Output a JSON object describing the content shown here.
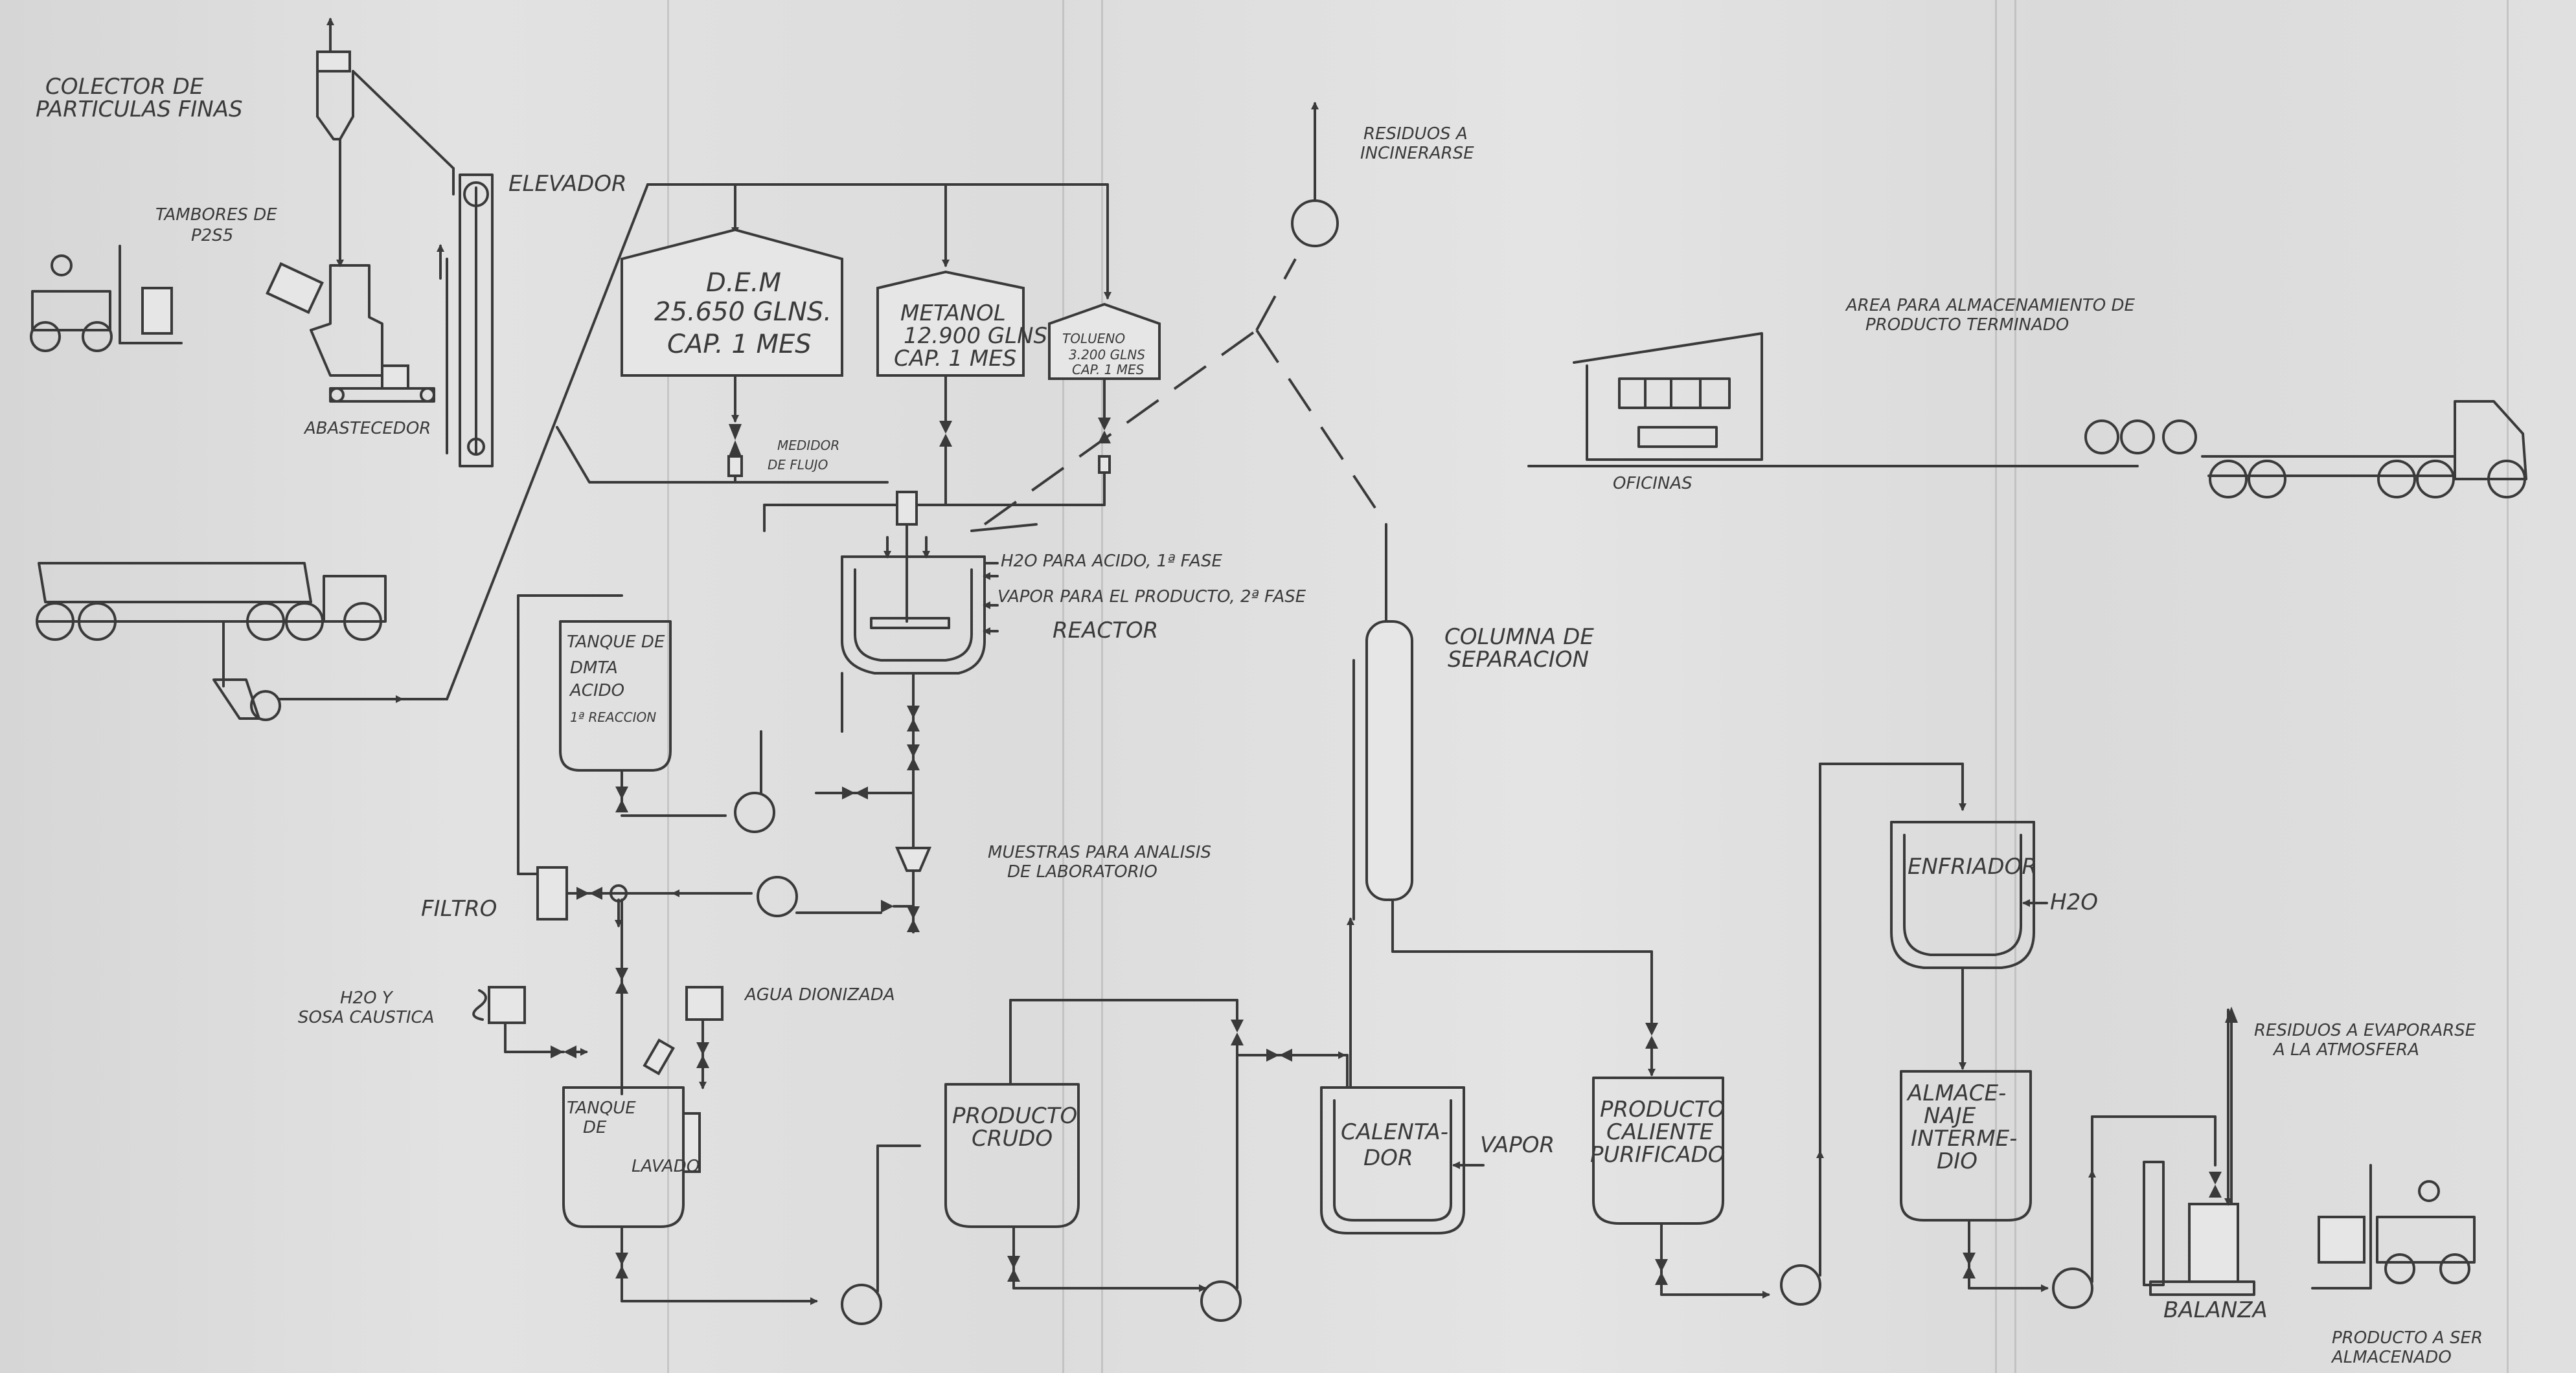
{
  "colors": {
    "ink": "#3a3a3a",
    "paper": "#dcdcdc"
  },
  "labels": {
    "colector_1": "COLECTOR DE",
    "colector_2": "PARTICULAS FINAS",
    "tambores_1": "TAMBORES DE",
    "tambores_2": "P2S5",
    "elevador": "ELEVADOR",
    "abastecedor": "ABASTECEDOR",
    "dem_1": "D.E.M",
    "dem_2": "25.650 GLNS.",
    "dem_3": "CAP. 1 MES",
    "metanol_1": "METANOL",
    "metanol_2": "12.900 GLNS",
    "metanol_3": "CAP. 1 MES",
    "tolueno_1": "TOLUENO",
    "tolueno_2": "3.200 GLNS",
    "tolueno_3": "CAP. 1 MES",
    "medidor_1": "MEDIDOR",
    "medidor_2": "DE FLUJO",
    "residuos_inc_1": "RESIDUOS A",
    "residuos_inc_2": "INCINERARSE",
    "h2o_acido": "H2O PARA ACIDO, 1ª FASE",
    "vapor_producto": "VAPOR PARA EL PRODUCTO, 2ª FASE",
    "reactor": "REACTOR",
    "tanque_dmta_1": "TANQUE DE",
    "tanque_dmta_2": "DMTA",
    "tanque_dmta_3": "ACIDO",
    "tanque_dmta_4": "1ª REACCION",
    "muestras_1": "MUESTRAS PARA ANALISIS",
    "muestras_2": "DE LABORATORIO",
    "filtro": "FILTRO",
    "h2o_sosa_1": "H2O Y",
    "h2o_sosa_2": "SOSA CAUSTICA",
    "agua_dionizada": "AGUA DIONIZADA",
    "tanque_lavado_1": "TANQUE",
    "tanque_lavado_2": "DE",
    "tanque_lavado_3": "LAVADO",
    "producto_crudo_1": "PRODUCTO",
    "producto_crudo_2": "CRUDO",
    "calentador_1": "CALENTA-",
    "calentador_2": "DOR",
    "vapor": "VAPOR",
    "columna_1": "COLUMNA DE",
    "columna_2": "SEPARACION",
    "prod_cal_1": "PRODUCTO",
    "prod_cal_2": "CALIENTE",
    "prod_cal_3": "PURIFICADO",
    "enfriador": "ENFRIADOR",
    "h2o": "H2O",
    "almacenaje_1": "ALMACE-",
    "almacenaje_2": "NAJE",
    "almacenaje_3": "INTERME-",
    "almacenaje_4": "DIO",
    "balanza": "BALANZA",
    "residuos_evap_1": "RESIDUOS A EVAPORARSE",
    "residuos_evap_2": "A LA ATMOSFERA",
    "producto_alm_1": "PRODUCTO A SER",
    "producto_alm_2": "ALMACENADO",
    "area_1": "AREA PARA ALMACENAMIENTO DE",
    "area_2": "PRODUCTO TERMINADO",
    "oficinas": "OFICINAS"
  }
}
